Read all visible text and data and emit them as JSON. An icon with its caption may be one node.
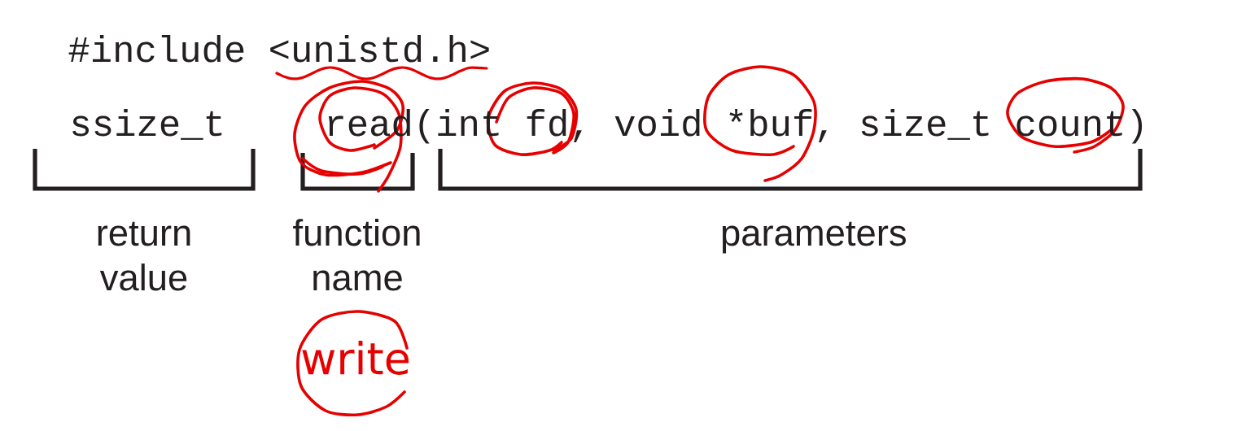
{
  "diagram": {
    "nodes": [
      {
        "text": [
          "write"
        ]
      }
    ],
    "labels": [
      "#include <unistd.h>",
      "ssize_t",
      "read(int fd, void *buf, size_t count)",
      "return value",
      "function name",
      "parameters"
    ]
  }
}
